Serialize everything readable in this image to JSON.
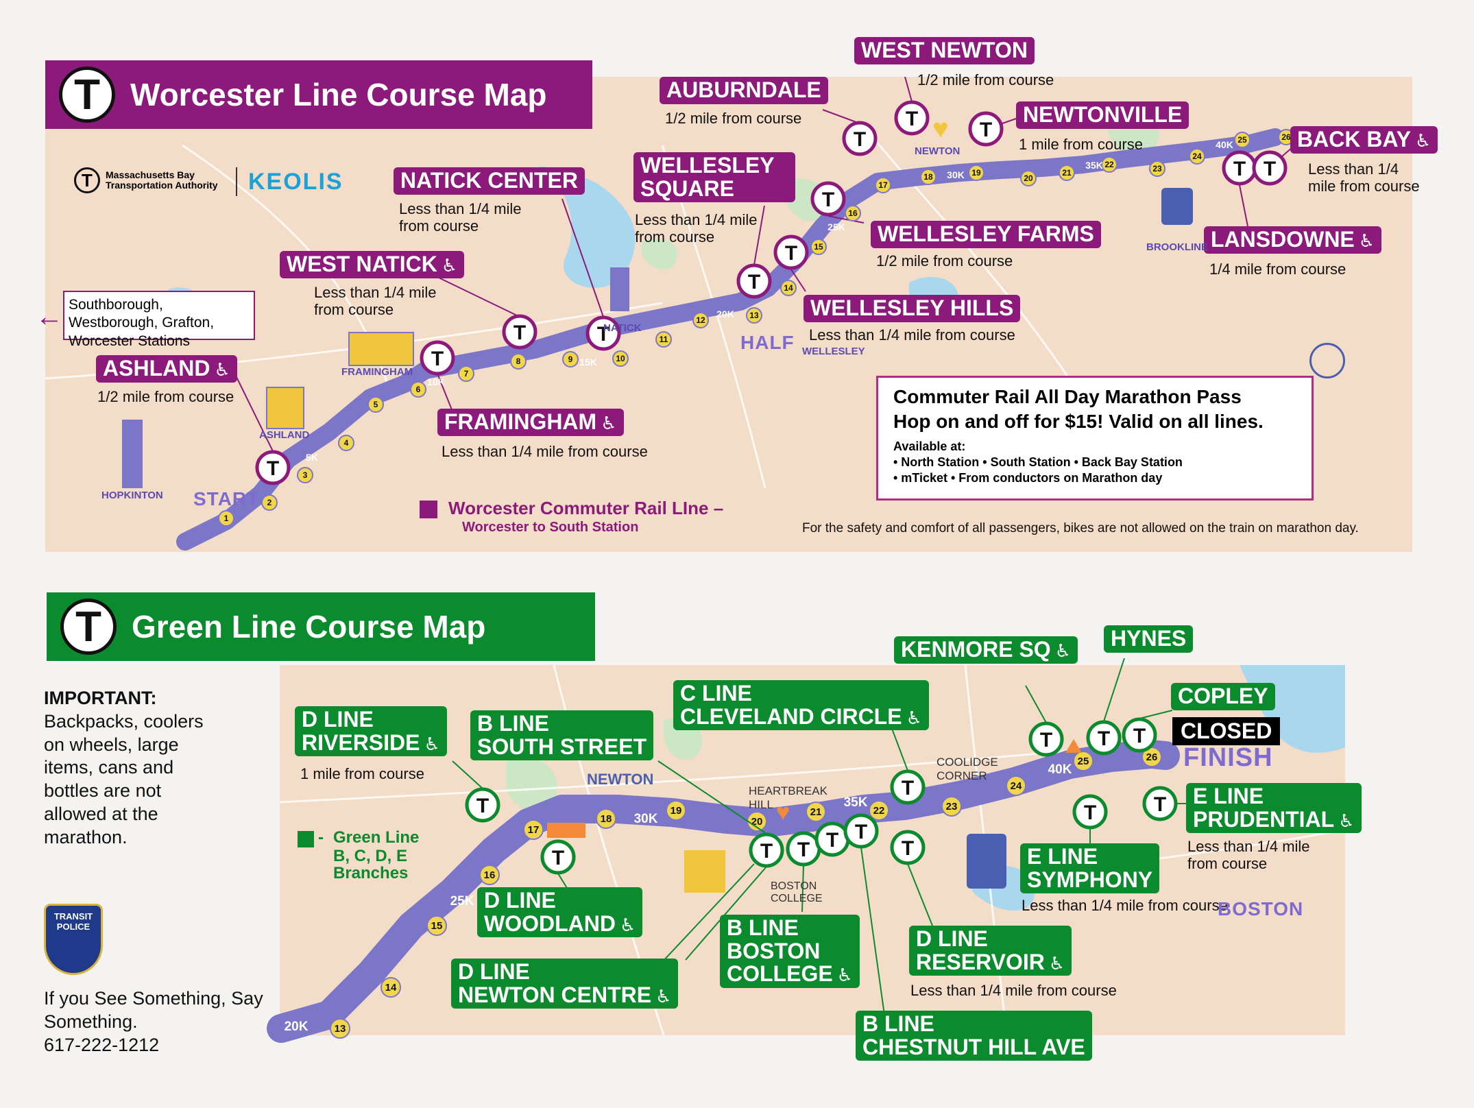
{
  "top": {
    "title": "Worcester Line Course Map",
    "mbta_text": "Massachusetts Bay Transportation Authority",
    "keolis": "KEOLIS",
    "west_link": "Southborough, Westborough, Grafton, Worcester Stations",
    "stations": [
      {
        "name": "WEST NEWTON",
        "note": "1/2 mile from course"
      },
      {
        "name": "AUBURNDALE",
        "note": "1/2 mile from course"
      },
      {
        "name": "NEWTONVILLE",
        "note": "1 mile from course"
      },
      {
        "name": "BACK BAY",
        "note": "Less than 1/4 mile from course"
      },
      {
        "name": "NATICK CENTER",
        "note": "Less than 1/4 mile from course"
      },
      {
        "name": "WELLESLEY SQUARE",
        "note": "Less than 1/4 mile from course"
      },
      {
        "name": "WELLESLEY FARMS",
        "note": "1/2 mile from course"
      },
      {
        "name": "LANSDOWNE",
        "note": "1/4 mile from course"
      },
      {
        "name": "WEST NATICK",
        "note": "Less than 1/4 mile from course"
      },
      {
        "name": "WELLESLEY HILLS",
        "note": "Less than 1/4 mile from course"
      },
      {
        "name": "ASHLAND",
        "note": "1/2 mile from course"
      },
      {
        "name": "FRAMINGHAM",
        "note": "Less than 1/4 mile from course"
      }
    ],
    "places": {
      "half": "HALF",
      "start": "START",
      "hopkinton": "HOPKINTON",
      "ashland": "ASHLAND",
      "framingham": "FRAMINGHAM",
      "natick": "NATICK",
      "newton": "NEWTON",
      "brookline": "BROOKLINE",
      "wellesley": "WELLESLEY"
    },
    "legend_name": "Worcester Commuter Rail LIne –",
    "legend_sub": "Worcester to South Station",
    "pass": {
      "line1": "Commuter Rail All Day Marathon Pass",
      "line2": "Hop on and off for $15! Valid on all lines.",
      "avail": "Available at:",
      "b1": "• North Station • South Station • Back Bay Station",
      "b2": "• mTicket • From conductors on Marathon day"
    },
    "bikes": "For the safety and comfort of all passengers, bikes are not allowed on the train on marathon day.",
    "miles": [
      "1",
      "2",
      "3",
      "4",
      "5",
      "6",
      "7",
      "8",
      "9",
      "10",
      "11",
      "12",
      "13",
      "14",
      "15",
      "16",
      "17",
      "18",
      "19",
      "20",
      "21",
      "22",
      "23",
      "24",
      "25",
      "26"
    ],
    "km": [
      "5K",
      "10K",
      "15K",
      "20K",
      "25K",
      "30K",
      "35K",
      "40K"
    ]
  },
  "bottom": {
    "title": "Green Line Course Map",
    "important_head": "IMPORTANT:",
    "important_text": "Backpacks, coolers on wheels, large items, cans and bottles are not allowed at the marathon.",
    "legend_name": "Green Line",
    "legend_sub": "B, C, D, E Branches",
    "police": "TRANSIT POLICE",
    "see_something": "If you See Something, Say Something.",
    "phone": "617-222-1212",
    "stations": [
      {
        "name": "KENMORE SQ"
      },
      {
        "name": "HYNES"
      },
      {
        "name": "COPLEY",
        "status": "CLOSED"
      },
      {
        "l1": "D LINE",
        "l2": "RIVERSIDE",
        "note": "1 mile from course"
      },
      {
        "l1": "B LINE",
        "l2": "SOUTH STREET"
      },
      {
        "l1": "C LINE",
        "l2": "CLEVELAND CIRCLE"
      },
      {
        "l1": "E LINE",
        "l2": "PRUDENTIAL",
        "note": "Less than 1/4 mile from course"
      },
      {
        "l1": "E LINE",
        "l2": "SYMPHONY",
        "note": "Less than 1/4 mile from course"
      },
      {
        "l1": "D LINE",
        "l2": "WOODLAND"
      },
      {
        "l1": "D LINE",
        "l2": "NEWTON CENTRE"
      },
      {
        "l1": "B LINE",
        "l2": "BOSTON",
        "l3": "COLLEGE"
      },
      {
        "l1": "D LINE",
        "l2": "RESERVOIR",
        "note": "Less than 1/4 mile from course"
      },
      {
        "l1": "B LINE",
        "l2": "CHESTNUT HILL AVE"
      }
    ],
    "places": {
      "finish": "FINISH",
      "boston": "BOSTON",
      "newton": "NEWTON",
      "heartbreak": "HEARTBREAK HILL",
      "coolidge": "COOLIDGE CORNER",
      "boston_college": "BOSTON COLLEGE"
    }
  }
}
